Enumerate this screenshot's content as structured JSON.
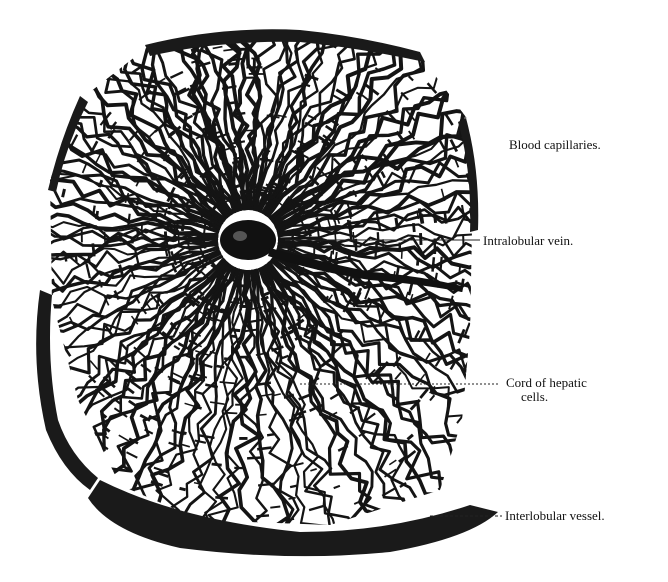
{
  "labels": {
    "blood_capillaries": "Blood capillaries.",
    "intralobular_vein": "Intralobular vein.",
    "cord_line1": "Cord of hepatic",
    "cord_line2": "cells.",
    "interlobular_vessel": "Interlobular vessel."
  },
  "colors": {
    "ink": "#141414",
    "paper": "#ffffff",
    "vessel_wall": "#1a1a1a"
  }
}
